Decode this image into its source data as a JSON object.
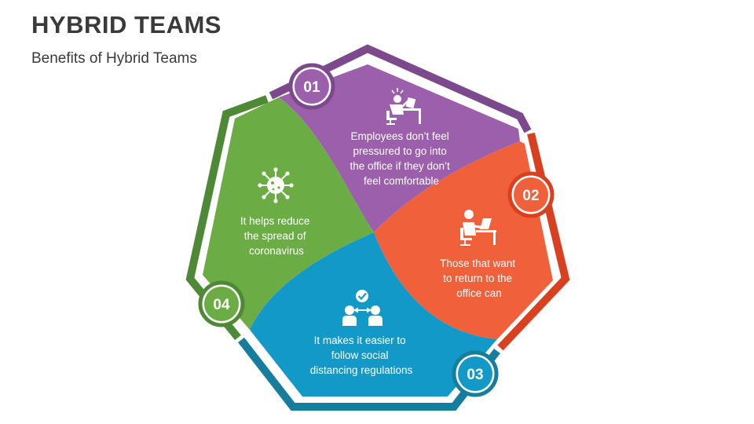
{
  "header": {
    "title": "HYBRID TEAMS",
    "subtitle": "Benefits of Hybrid Teams"
  },
  "segments": [
    {
      "number": "01",
      "color": "#9b5fab",
      "frame_color": "#7c4a8c",
      "icon": "stressed-worker-at-desk-icon",
      "lines": [
        "Employees don’t feel",
        "pressured to go into",
        "the office if they don’t",
        "feel comfortable"
      ]
    },
    {
      "number": "02",
      "color": "#f0603a",
      "frame_color": "#d8401f",
      "icon": "person-at-desk-with-laptop-icon",
      "lines": [
        "Those that want",
        "to return to the",
        "office can"
      ]
    },
    {
      "number": "03",
      "color": "#1299c7",
      "frame_color": "#177d9c",
      "icon": "social-distancing-icon",
      "lines": [
        "It makes it easier to",
        "follow social",
        "distancing regulations"
      ]
    },
    {
      "number": "04",
      "color": "#6cac45",
      "frame_color": "#4e8a36",
      "icon": "coronavirus-icon",
      "lines": [
        "It helps reduce",
        "the spread of",
        "coronavirus"
      ]
    }
  ]
}
